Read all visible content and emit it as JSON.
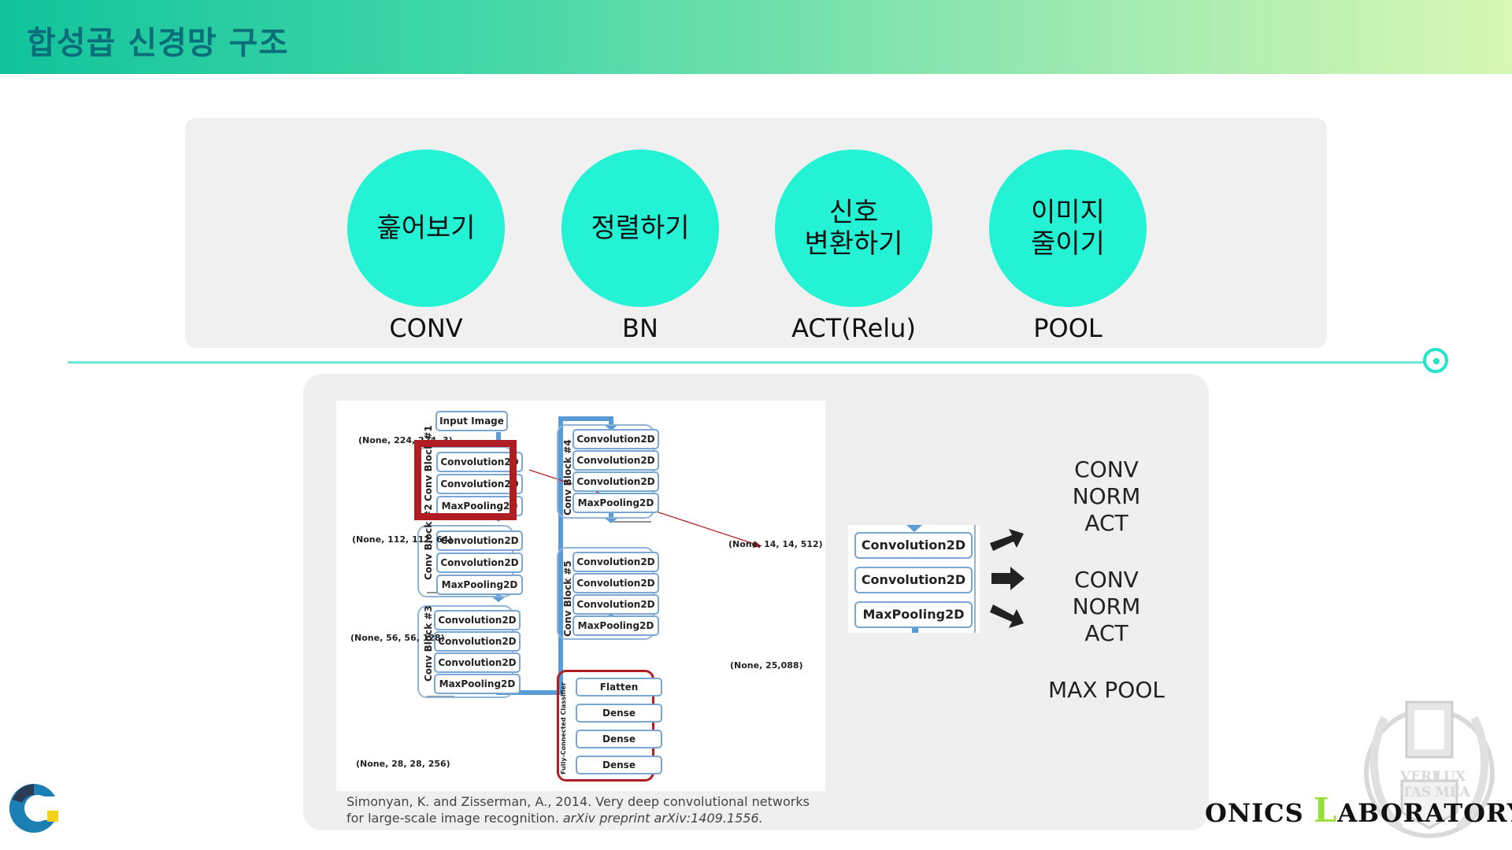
{
  "header": {
    "title": "합성곱 신경망 구조"
  },
  "stages": [
    {
      "korean": "훑어보기",
      "abbr": "CONV"
    },
    {
      "korean": "정렬하기",
      "abbr": "BN"
    },
    {
      "korean": "신호\n변환하기",
      "abbr": "ACT(Relu)"
    },
    {
      "korean": "이미지\n줄이기",
      "abbr": "POOL"
    }
  ],
  "diagram": {
    "input": "Input Image",
    "blocks": [
      {
        "label": "Conv Block #1",
        "layers": [
          "Convolution2D",
          "Convolution2D",
          "MaxPooling2D"
        ]
      },
      {
        "label": "Conv Block #2",
        "layers": [
          "Convolution2D",
          "Convolution2D",
          "MaxPooling2D"
        ]
      },
      {
        "label": "Conv Block #3",
        "layers": [
          "Convolution2D",
          "Convolution2D",
          "Convolution2D",
          "MaxPooling2D"
        ]
      },
      {
        "label": "Conv Block #4",
        "layers": [
          "Convolution2D",
          "Convolution2D",
          "Convolution2D",
          "MaxPooling2D"
        ]
      },
      {
        "label": "Conv Block #5",
        "layers": [
          "Convolution2D",
          "Convolution2D",
          "Convolution2D",
          "MaxPooling2D"
        ]
      },
      {
        "label": "Fully-Connected Classifier",
        "layers": [
          "Flatten",
          "Dense",
          "Dense",
          "Dense"
        ]
      }
    ],
    "shapes": [
      "(None, 224, 224, 3)",
      "(None, 112, 112, 64)",
      "(None, 56, 56, 128)",
      "(None, 28, 28, 256)",
      "(None, 14, 14, 512)",
      "(None, 25,088)"
    ],
    "colors": {
      "highlight": "#b01e23",
      "arrow": "#5b9bd5",
      "frame": "#8fb4da"
    }
  },
  "citation": {
    "line1": "Simonyan, K. and Zisserman, A., 2014. Very deep convolutional networks",
    "line2_plain": "for large-scale image recognition. ",
    "line2_italic": "arXiv preprint arXiv:1409.1556."
  },
  "zoom": {
    "layers": [
      "Convolution2D",
      "Convolution2D",
      "MaxPooling2D"
    ]
  },
  "ops": [
    "CONV\nNORM\nACT",
    "CONV\nNORM\nACT",
    "MAX POOL"
  ],
  "footer": {
    "lab_prefix": "ONICS ",
    "lab_L": "L",
    "lab_rest": "ABORATORY",
    "seal_words": [
      "VERI",
      "LUX",
      "TAS",
      "MEA"
    ]
  }
}
